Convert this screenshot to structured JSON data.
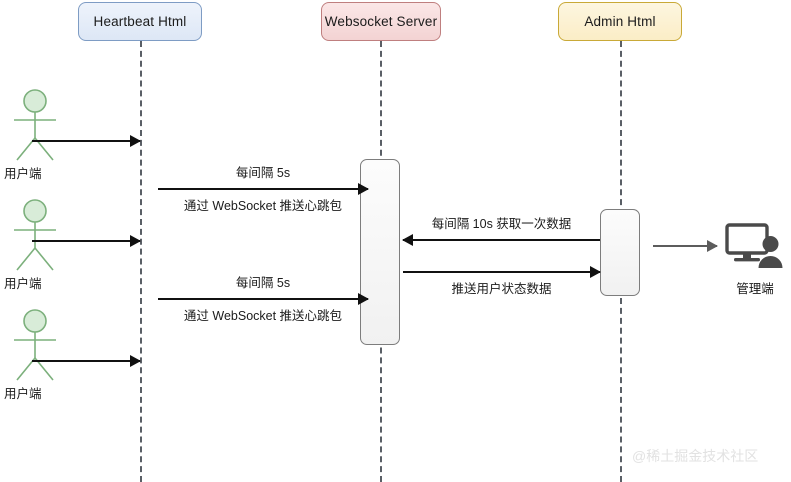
{
  "diagram": {
    "type": "sequence-diagram",
    "background_color": "#ffffff",
    "participants": [
      {
        "id": "heartbeat",
        "label": "Heartbeat Html",
        "fill": "#e3ebf7",
        "border": "#7e9cc4"
      },
      {
        "id": "websocket",
        "label": "Websocket Server",
        "fill": "#f7dcdc",
        "border": "#bf7f7f"
      },
      {
        "id": "admin",
        "label": "Admin Html",
        "fill": "#fcf2d6",
        "border": "#c9a937"
      }
    ],
    "actors": [
      {
        "id": "client-1",
        "label": "用户端",
        "color": "#8cc08c"
      },
      {
        "id": "client-2",
        "label": "用户端",
        "color": "#8cc08c"
      },
      {
        "id": "client-3",
        "label": "用户端",
        "color": "#8cc08c"
      }
    ],
    "terminal": {
      "id": "admin-terminal",
      "label": "管理端",
      "color": "#4a4a4a"
    },
    "messages": [
      {
        "id": "heartbeat-push-1",
        "from": "client-1",
        "to": "heartbeat",
        "direction": "right",
        "caption_top": "",
        "caption_bottom": ""
      },
      {
        "id": "heartbeat-push-2",
        "from": "client-2",
        "to": "heartbeat",
        "direction": "right",
        "caption_top": "",
        "caption_bottom": ""
      },
      {
        "id": "heartbeat-push-3",
        "from": "client-3",
        "to": "heartbeat",
        "direction": "right",
        "caption_top": "",
        "caption_bottom": ""
      },
      {
        "id": "ws-heartbeat-1",
        "from": "heartbeat",
        "to": "websocket",
        "direction": "right",
        "caption_top": "每间隔 5s",
        "caption_bottom": "通过 WebSocket 推送心跳包"
      },
      {
        "id": "ws-heartbeat-2",
        "from": "heartbeat",
        "to": "websocket",
        "direction": "right",
        "caption_top": "每间隔 5s",
        "caption_bottom": "通过 WebSocket 推送心跳包"
      },
      {
        "id": "admin-poll",
        "from": "admin",
        "to": "websocket",
        "direction": "left",
        "caption_top": "每间隔 10s 获取一次数据",
        "caption_bottom": ""
      },
      {
        "id": "push-user-status",
        "from": "websocket",
        "to": "admin",
        "direction": "right",
        "caption_top": "",
        "caption_bottom": "推送用户状态数据"
      },
      {
        "id": "admin-to-terminal",
        "from": "admin",
        "to": "admin-terminal",
        "direction": "right",
        "caption_top": "",
        "caption_bottom": ""
      }
    ]
  },
  "watermark": {
    "text": "@稀土掘金技术社区"
  }
}
